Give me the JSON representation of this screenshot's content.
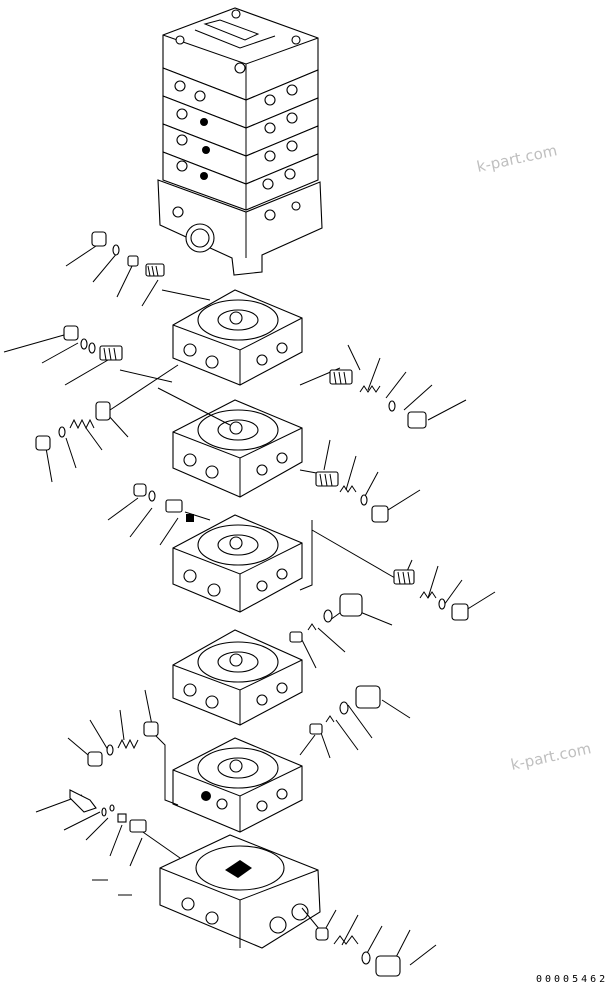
{
  "watermarks": [
    "k-part.com",
    "k-part.com"
  ],
  "drawing_number": "00005462"
}
